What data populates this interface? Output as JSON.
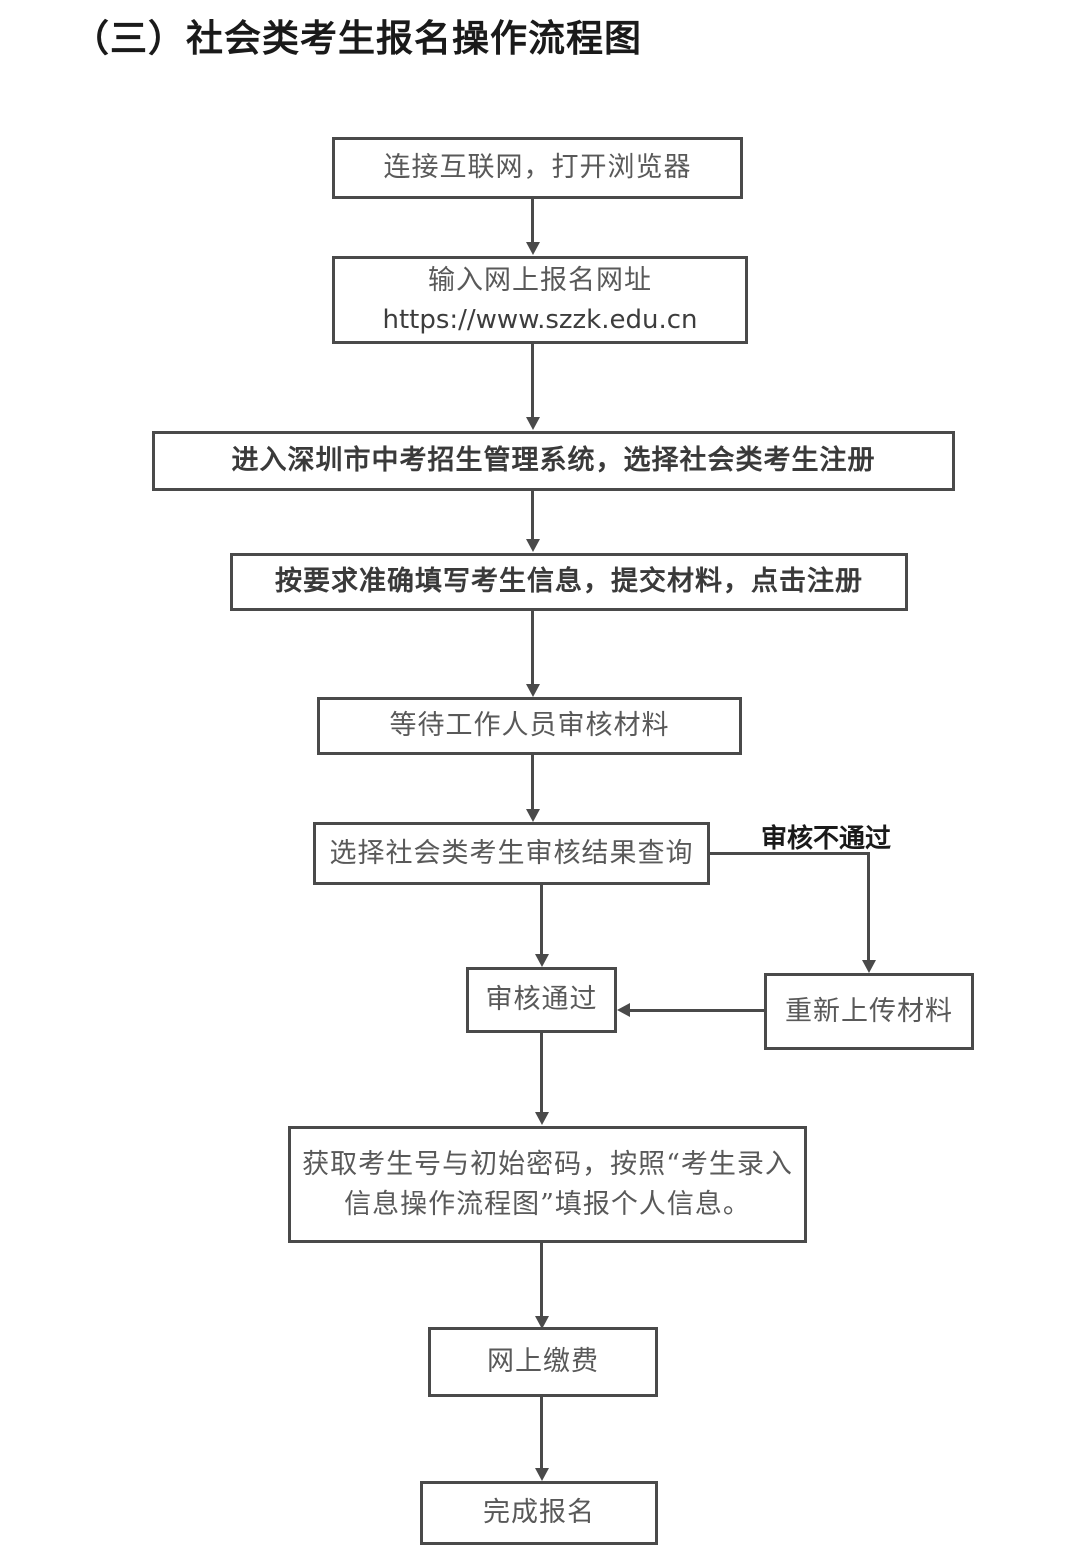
{
  "document": {
    "title": "（三）社会类考生报名操作流程图"
  },
  "chart_data": {
    "type": "diagram",
    "title": "（三）社会类考生报名操作流程图",
    "nodes": [
      {
        "id": "n1",
        "label": "连接互联网，打开浏览器",
        "shape": "rect",
        "bold": false
      },
      {
        "id": "n2",
        "label": "输入网上报名网址",
        "label2": "https://www.szzk.edu.cn",
        "shape": "rect",
        "bold": false
      },
      {
        "id": "n3",
        "label": "进入深圳市中考招生管理系统，选择社会类考生注册",
        "shape": "rect",
        "bold": true
      },
      {
        "id": "n4",
        "label": "按要求准确填写考生信息，提交材料，点击注册",
        "shape": "rect",
        "bold": true
      },
      {
        "id": "n5",
        "label": "等待工作人员审核材料",
        "shape": "rect",
        "bold": false
      },
      {
        "id": "n6",
        "label": "选择社会类考生审核结果查询",
        "shape": "rect",
        "bold": false
      },
      {
        "id": "n7",
        "label": "审核通过",
        "shape": "rect",
        "bold": false
      },
      {
        "id": "n8",
        "label": "重新上传材料",
        "shape": "rect",
        "bold": false
      },
      {
        "id": "n9",
        "label": "获取考生号与初始密码，按照“考生录入",
        "label2": "信息操作流程图”填报个人信息。",
        "shape": "rect",
        "bold": false
      },
      {
        "id": "n10",
        "label": "网上缴费",
        "shape": "rect",
        "bold": false
      },
      {
        "id": "n11",
        "label": "完成报名",
        "shape": "rect",
        "bold": false
      }
    ],
    "edges": [
      {
        "from": "n1",
        "to": "n2",
        "label": "",
        "direction": "down"
      },
      {
        "from": "n2",
        "to": "n3",
        "label": "",
        "direction": "down"
      },
      {
        "from": "n3",
        "to": "n4",
        "label": "",
        "direction": "down"
      },
      {
        "from": "n4",
        "to": "n5",
        "label": "",
        "direction": "down"
      },
      {
        "from": "n5",
        "to": "n6",
        "label": "",
        "direction": "down"
      },
      {
        "from": "n6",
        "to": "n7",
        "label": "",
        "direction": "down"
      },
      {
        "from": "n6",
        "to": "n8",
        "label": "审核不通过",
        "direction": "right-down"
      },
      {
        "from": "n8",
        "to": "n7",
        "label": "",
        "direction": "left"
      },
      {
        "from": "n7",
        "to": "n9",
        "label": "",
        "direction": "down"
      },
      {
        "from": "n9",
        "to": "n10",
        "label": "",
        "direction": "down"
      },
      {
        "from": "n10",
        "to": "n11",
        "label": "",
        "direction": "down"
      }
    ],
    "labels": {
      "reject_branch": "审核不通过"
    },
    "colors": {
      "stroke": "#4a4a4a",
      "text": "#595959",
      "background": "#ffffff"
    }
  }
}
